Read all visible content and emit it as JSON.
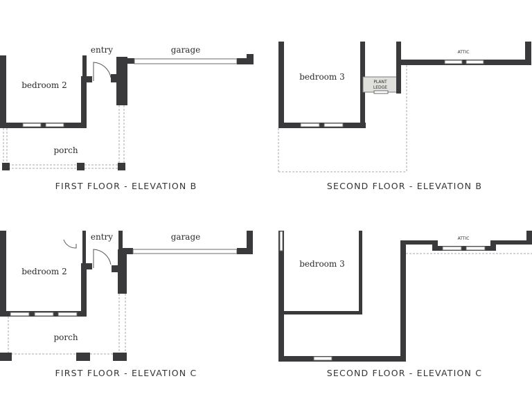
{
  "plans": [
    {
      "caption": "FIRST FLOOR - ELEVATION B",
      "rooms": {
        "bedroom": "bedroom 2",
        "entry": "entry",
        "garage": "garage",
        "porch": "porch"
      }
    },
    {
      "caption": "SECOND FLOOR - ELEVATION B",
      "rooms": {
        "bedroom": "bedroom 3",
        "attic": "ATTIC",
        "plant_ledge_1": "PLANT",
        "plant_ledge_2": "LEDGE"
      }
    },
    {
      "caption": "FIRST FLOOR - ELEVATION C",
      "rooms": {
        "bedroom": "bedroom 2",
        "entry": "entry",
        "garage": "garage",
        "porch": "porch"
      }
    },
    {
      "caption": "SECOND FLOOR - ELEVATION C",
      "rooms": {
        "bedroom": "bedroom 3",
        "attic": "ATTIC"
      }
    }
  ]
}
